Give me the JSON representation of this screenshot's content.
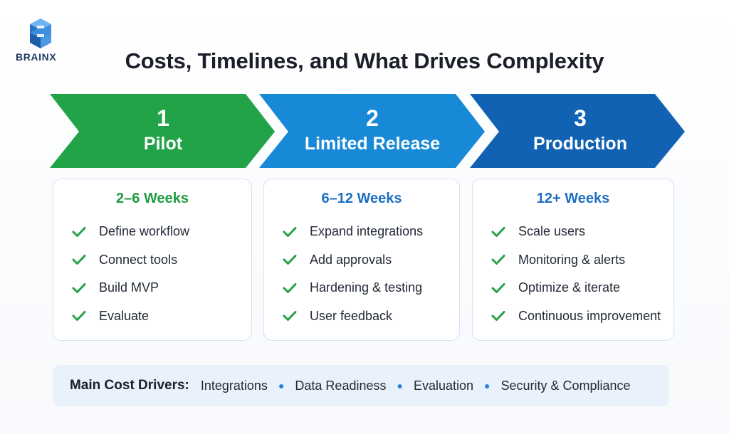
{
  "brand": {
    "name": "BRAINX",
    "logo_icon": "brainx-cube-logo-icon"
  },
  "title": "Costs, Timelines, and What Drives Complexity",
  "colors": {
    "green": "#22a347",
    "blue": "#1789d6",
    "dark_blue": "#1262b3",
    "check_green": "#27a046",
    "green_text": "#1f9a3f",
    "blue_text": "#1c6fc2",
    "dot_blue": "#2b7fd8"
  },
  "stages": [
    {
      "number": "1",
      "name": "Pilot",
      "duration": "2–6 Weeks",
      "items": [
        "Define workflow",
        "Connect tools",
        "Build MVP",
        "Evaluate"
      ]
    },
    {
      "number": "2",
      "name": "Limited Release",
      "duration": "6–12 Weeks",
      "items": [
        "Expand integrations",
        "Add approvals",
        "Hardening & testing",
        "User feedback"
      ]
    },
    {
      "number": "3",
      "name": "Production",
      "duration": "12+ Weeks",
      "items": [
        "Scale users",
        "Monitoring & alerts",
        "Optimize & iterate",
        "Continuous improvement"
      ]
    }
  ],
  "cost_drivers": {
    "label": "Main Cost Drivers:",
    "items": [
      "Integrations",
      "Data Readiness",
      "Evaluation",
      "Security & Compliance"
    ]
  }
}
